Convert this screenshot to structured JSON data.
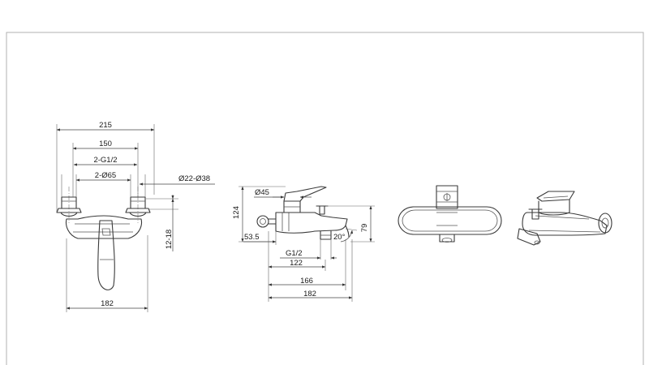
{
  "dimensions": {
    "front_overall_width": "215",
    "front_inlet_centers": "150",
    "front_inlet_thread": "2-G1/2",
    "front_flange_dia": "2-Ø65",
    "front_pipe_range": "Ø22-Ø38",
    "front_eccentric_adjust": "12-18",
    "front_body_width": "182",
    "side_height": "124",
    "side_lever_dia": "Ø45",
    "side_wall_offset": "53.5",
    "side_outlet_thread": "G1/2",
    "side_outlet_dist": "122",
    "side_spout_dist": "166",
    "side_overall_length": "182",
    "side_outlet_height": "79",
    "side_spout_angle": "20°"
  }
}
